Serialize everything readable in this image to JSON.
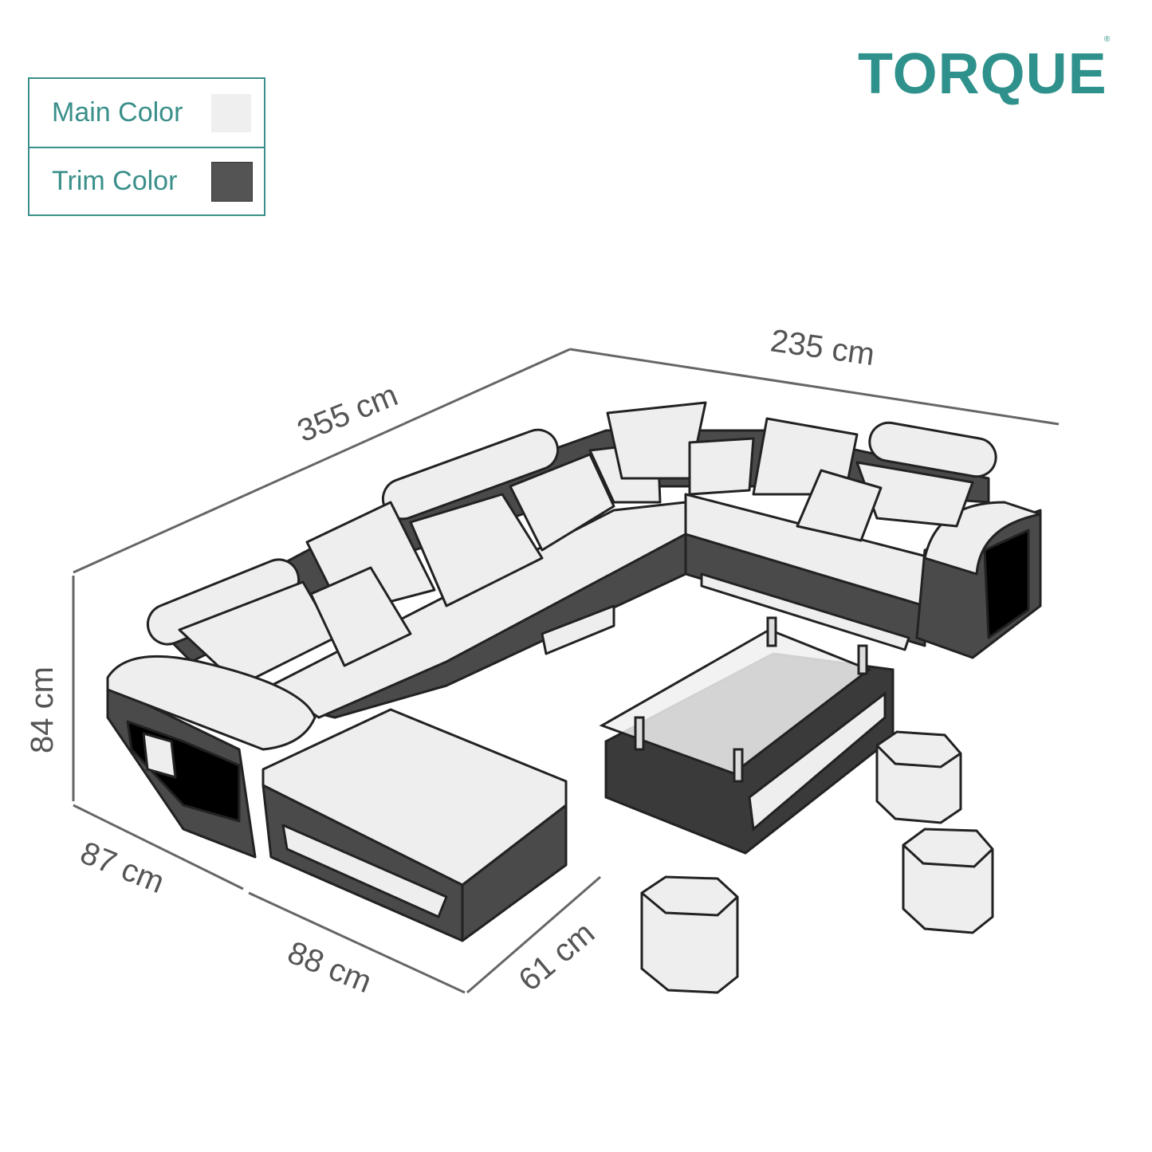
{
  "brand": {
    "name": "TORQUE",
    "registered": "®",
    "color": "#2f918b"
  },
  "legend": {
    "items": [
      {
        "label": "Main Color",
        "color": "#efefef"
      },
      {
        "label": "Trim Color",
        "color": "#545454"
      }
    ]
  },
  "dimensions": {
    "total_length": "355 cm",
    "total_width": "235 cm",
    "height": "84 cm",
    "seat_depth": "87 cm",
    "chaise_length": "88 cm",
    "chaise_width": "61 cm"
  },
  "watermark": "TORQUE"
}
